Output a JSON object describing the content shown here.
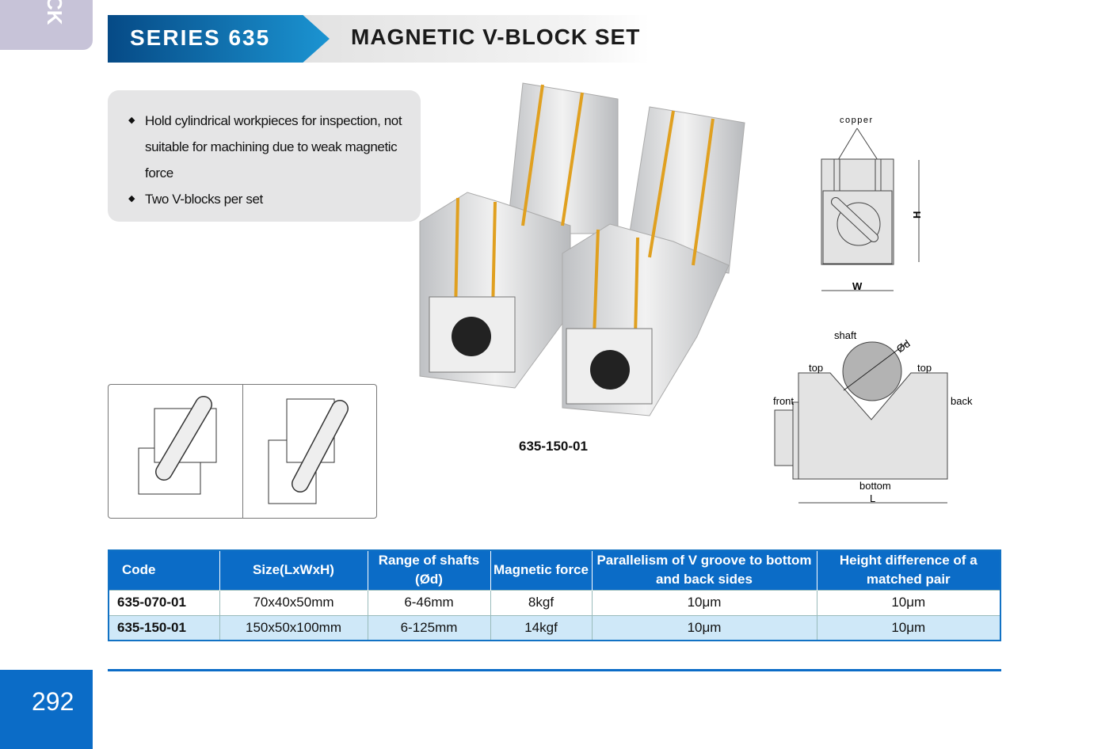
{
  "side_tab": "CK",
  "header": {
    "series": "SERIES 635",
    "title": "MAGNETIC V-BLOCK SET"
  },
  "features": [
    "Hold cylindrical workpieces for inspection, not suitable for machining due to weak magnetic force",
    "Two V-blocks per set"
  ],
  "photo_caption": "635-150-01",
  "diagram": {
    "copper": "copper",
    "H": "H",
    "W": "W",
    "shaft": "shaft",
    "od": "Ød",
    "top_left": "top",
    "top_right": "top",
    "front": "front",
    "back": "back",
    "bottom": "bottom",
    "L": "L"
  },
  "table": {
    "headers": [
      "Code",
      "Size(LxWxH)",
      "Range of shafts (Ød)",
      "Magnetic force",
      "Parallelism of V groove to bottom and back sides",
      "Height difference of a matched pair"
    ],
    "rows": [
      [
        "635-070-01",
        "70x40x50mm",
        "6-46mm",
        "8kgf",
        "10μm",
        "10μm"
      ],
      [
        "635-150-01",
        "150x50x100mm",
        "6-125mm",
        "14kgf",
        "10μm",
        "10μm"
      ]
    ]
  },
  "page_number": "292"
}
